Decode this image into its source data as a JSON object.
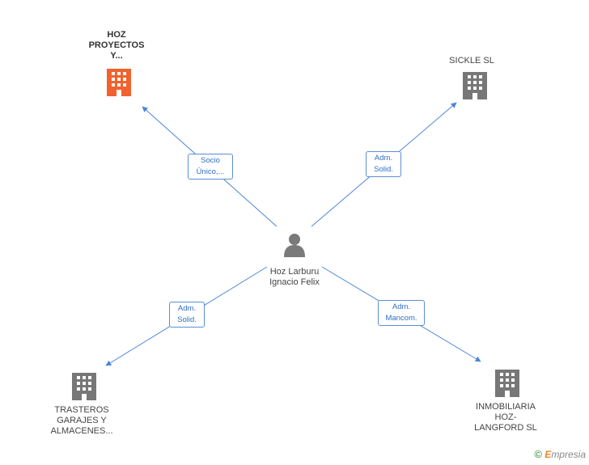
{
  "center": {
    "name_line1": "Hoz Larburu",
    "name_line2": "Ignacio Felix",
    "icon": "person-icon"
  },
  "companies": [
    {
      "id": "hoz-proyectos",
      "lines": [
        "HOZ",
        "PROYECTOS",
        "Y..."
      ],
      "icon": "building-icon",
      "color": "#f2622e",
      "highlight": true
    },
    {
      "id": "sickle",
      "lines": [
        "SICKLE SL"
      ],
      "icon": "building-icon",
      "color": "#777777",
      "highlight": false
    },
    {
      "id": "trasteros",
      "lines": [
        "TRASTEROS",
        "GARAJES Y",
        "ALMACENES..."
      ],
      "icon": "building-icon",
      "color": "#777777",
      "highlight": false
    },
    {
      "id": "inmobiliaria",
      "lines": [
        "INMOBILIARIA",
        "HOZ-",
        "LANGFORD  SL"
      ],
      "icon": "building-icon",
      "color": "#777777",
      "highlight": false
    }
  ],
  "relations": [
    {
      "target": "hoz-proyectos",
      "lines": [
        "Socio",
        "Único,..."
      ]
    },
    {
      "target": "sickle",
      "lines": [
        "Adm.",
        "Solid."
      ]
    },
    {
      "target": "trasteros",
      "lines": [
        "Adm.",
        "Solid."
      ]
    },
    {
      "target": "inmobiliaria",
      "lines": [
        "Adm.",
        "Mancom."
      ]
    }
  ],
  "footer": {
    "copyright": "©",
    "brand_first": "E",
    "brand_rest": "mpresia"
  },
  "colors": {
    "edge": "#4a86d8",
    "relation_border": "#5b8ed6",
    "relation_text": "#2f6fc9"
  }
}
